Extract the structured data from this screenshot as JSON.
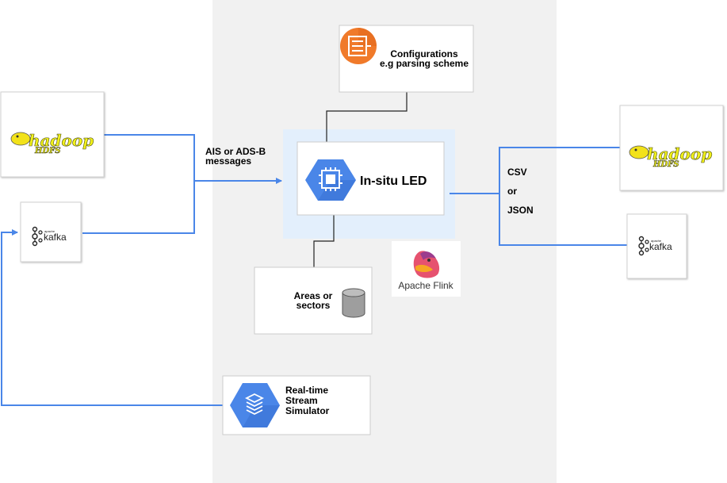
{
  "config_box": {
    "label_line1": "Configurations",
    "label_line2": "e.g  parsing scheme",
    "icon": "pipeline-config-icon"
  },
  "main": {
    "label": "In-situ LED",
    "icon": "compute-chip-icon"
  },
  "areas": {
    "label_line1": "Areas or",
    "label_line2": "sectors",
    "icon": "database-cylinder-icon"
  },
  "simulator": {
    "label_line1": "Real-time",
    "label_line2": "Stream",
    "label_line3": "Simulator",
    "icon": "stacked-layers-icon"
  },
  "flink": {
    "label": "Apache Flink",
    "icon": "apache-flink-logo"
  },
  "input_edge": {
    "line1": "AIS or ADS-B",
    "line2": "messages"
  },
  "output_edge": {
    "line1": "CSV",
    "line2": "or",
    "line3": "JSON"
  },
  "hadoop_logo": {
    "text": "hadoop",
    "sub": "HDFS"
  },
  "kafka_logo": {
    "text": "kafka",
    "sub": "apache"
  },
  "colors": {
    "arrow_blue": "#4a86e8",
    "panel_gray": "#f1f1f1",
    "led_highlight": "#e3effc",
    "gcp_blue": "#4a86e8",
    "config_orange": "#f07a2a"
  }
}
